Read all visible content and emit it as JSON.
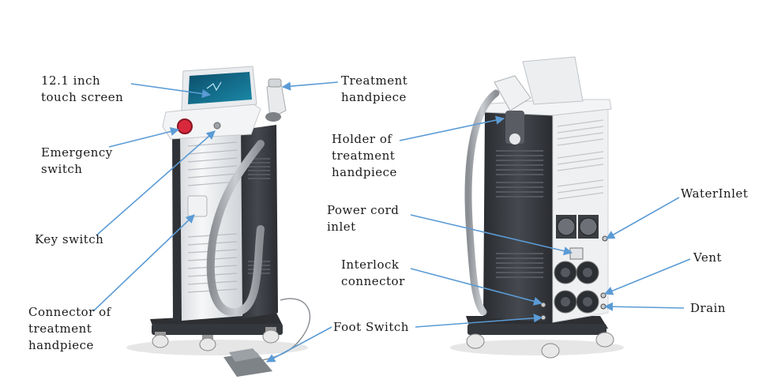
{
  "labels": {
    "touch_screen": "12.1 inch\ntouch screen",
    "emergency_switch": "Emergency\nswitch",
    "key_switch": "Key switch",
    "connector": "Connector of\ntreatment\nhandpiece",
    "treatment_handpiece": "Treatment\nhandpiece",
    "holder": "Holder of\ntreatment\nhandpiece",
    "power_cord": "Power cord\ninlet",
    "interlock": "Interlock\nconnector",
    "foot_switch": "Foot Switch",
    "water_inlet": "WaterInlet",
    "vent": "Vent",
    "drain": "Drain"
  },
  "colors": {
    "arrow": "#5b9bd5",
    "body_white": "#eef0f2",
    "panel_dark": "#3a3e44",
    "frame_dark": "#2b2d31",
    "button_red": "#d8283c"
  }
}
